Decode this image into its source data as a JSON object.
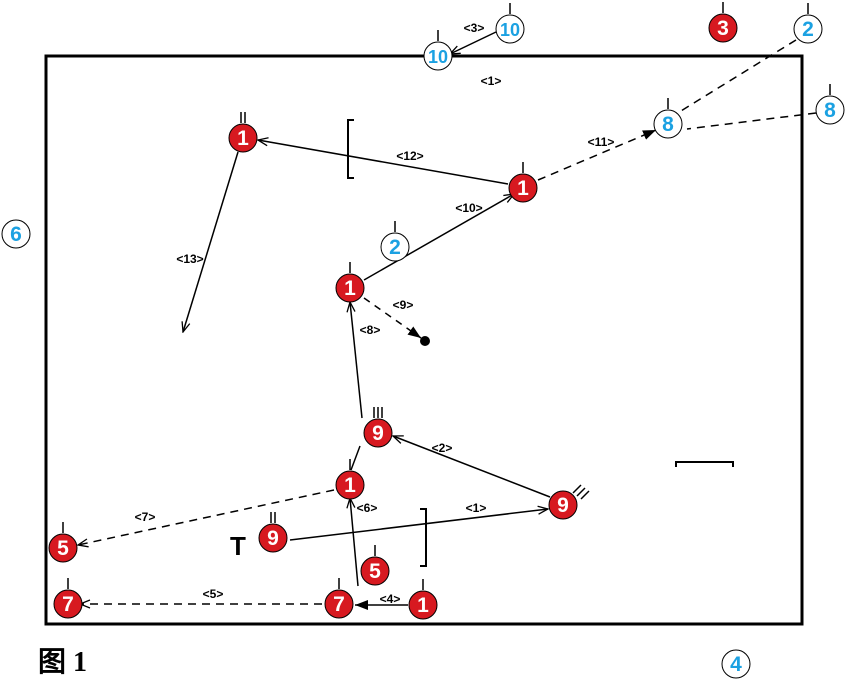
{
  "colors": {
    "red": "#d71920",
    "blue": "#1ba1e2",
    "ink": "#000000",
    "white": "#ffffff"
  },
  "caption": "图 1",
  "tokens": [
    {
      "id": "r1a",
      "label": "1",
      "color": "red",
      "ticks": 2
    },
    {
      "id": "r1b",
      "label": "1",
      "color": "red",
      "ticks": 1
    },
    {
      "id": "r1c",
      "label": "1",
      "color": "red",
      "ticks": 1
    },
    {
      "id": "r1d",
      "label": "1",
      "color": "red",
      "ticks": 1
    },
    {
      "id": "r1e",
      "label": "1",
      "color": "red",
      "ticks": 1
    },
    {
      "id": "r3",
      "label": "3",
      "color": "red",
      "ticks": 1
    },
    {
      "id": "r9a",
      "label": "9",
      "color": "red",
      "ticks": 3
    },
    {
      "id": "r9b",
      "label": "9",
      "color": "red",
      "ticks": 3
    },
    {
      "id": "r9c",
      "label": "9",
      "color": "red",
      "ticks": 2
    },
    {
      "id": "r5a",
      "label": "5",
      "color": "red",
      "ticks": 1
    },
    {
      "id": "r5b",
      "label": "5",
      "color": "red",
      "ticks": 1
    },
    {
      "id": "r7a",
      "label": "7",
      "color": "red",
      "ticks": 1
    },
    {
      "id": "r7b",
      "label": "7",
      "color": "red",
      "ticks": 1
    },
    {
      "id": "b10a",
      "label": "10",
      "color": "blue",
      "ticks": 1
    },
    {
      "id": "b10b",
      "label": "10",
      "color": "blue",
      "ticks": 1
    },
    {
      "id": "b2a",
      "label": "2",
      "color": "blue",
      "ticks": 1
    },
    {
      "id": "b2b",
      "label": "2",
      "color": "blue",
      "ticks": 1
    },
    {
      "id": "b8a",
      "label": "8",
      "color": "blue",
      "ticks": 1
    },
    {
      "id": "b8b",
      "label": "8",
      "color": "blue",
      "ticks": 1
    },
    {
      "id": "b6",
      "label": "6",
      "color": "blue",
      "ticks": 0
    },
    {
      "id": "b4",
      "label": "4",
      "color": "blue",
      "ticks": 0
    }
  ],
  "labels": [
    "<1>",
    "<3>",
    "<12>",
    "<11>",
    "<10>",
    "<13>",
    "<9>",
    "<8>",
    "<2>",
    "<7>",
    "<6>",
    "<1>",
    "<5>",
    "<4>"
  ],
  "t_marker": "T"
}
